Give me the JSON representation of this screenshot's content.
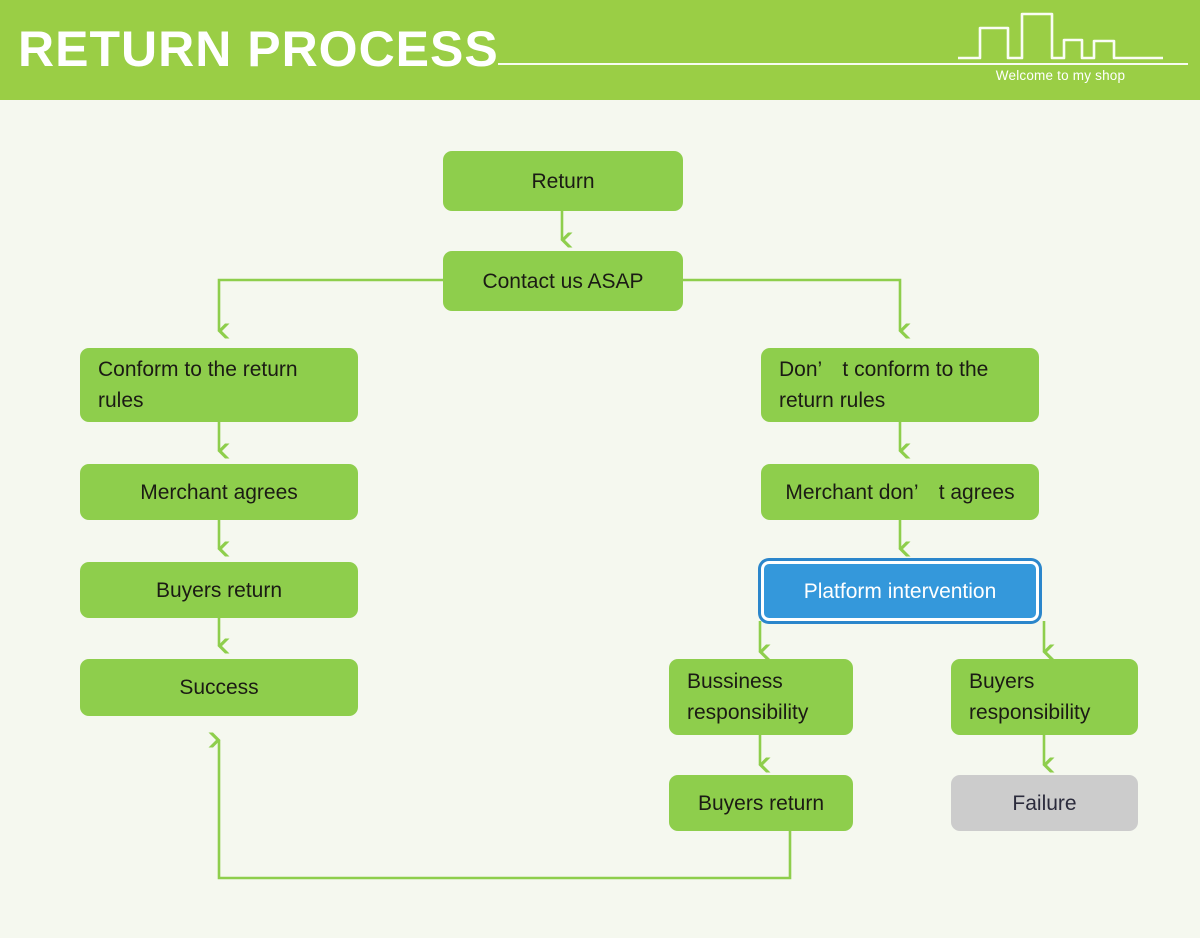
{
  "header": {
    "title": "RETURN PROCESS",
    "tagline": "Welcome to my shop",
    "skyline_icon": "city-skyline-icon",
    "background_color": "#9ACE45",
    "title_color": "#FFFFFF"
  },
  "colors": {
    "canvas_background": "#F5F8EF",
    "node_green": "#8ECE4C",
    "node_gray": "#CCCCCC",
    "selected_blue": "#3498DB",
    "selected_border": "#2B86CB",
    "connector_green": "#8ECE4C",
    "node_text": "#1B1B14"
  },
  "flowchart": {
    "nodes": [
      {
        "id": "return",
        "label": "Return",
        "style": "green",
        "align": "center"
      },
      {
        "id": "contact",
        "label": "Contact us ASAP",
        "style": "green",
        "align": "center"
      },
      {
        "id": "conform",
        "label": "Conform to the return rules",
        "style": "green",
        "align": "left"
      },
      {
        "id": "merchant-agrees",
        "label": "Merchant agrees",
        "style": "green",
        "align": "center"
      },
      {
        "id": "buyers-return-left",
        "label": "Buyers return",
        "style": "green",
        "align": "center"
      },
      {
        "id": "success",
        "label": "Success",
        "style": "green",
        "align": "center"
      },
      {
        "id": "not-conform",
        "label": "Don’　t conform to the return rules",
        "style": "green",
        "align": "left"
      },
      {
        "id": "merchant-disagrees",
        "label": "Merchant don’　t agrees",
        "style": "green",
        "align": "center"
      },
      {
        "id": "platform",
        "label": "Platform intervention",
        "style": "selected",
        "align": "center"
      },
      {
        "id": "business-resp",
        "label": "Bussiness responsibility",
        "style": "green",
        "align": "left"
      },
      {
        "id": "buyers-resp",
        "label": "Buyers responsibility",
        "style": "green",
        "align": "left"
      },
      {
        "id": "buyers-return-right",
        "label": "Buyers return",
        "style": "green",
        "align": "center"
      },
      {
        "id": "failure",
        "label": "Failure",
        "style": "gray",
        "align": "center"
      }
    ],
    "edges": [
      {
        "from": "return",
        "to": "contact",
        "type": "straight-down"
      },
      {
        "from": "contact",
        "to": "conform",
        "type": "elbow-left"
      },
      {
        "from": "contact",
        "to": "not-conform",
        "type": "elbow-right"
      },
      {
        "from": "conform",
        "to": "merchant-agrees",
        "type": "straight-down"
      },
      {
        "from": "merchant-agrees",
        "to": "buyers-return-left",
        "type": "straight-down"
      },
      {
        "from": "buyers-return-left",
        "to": "success",
        "type": "straight-down"
      },
      {
        "from": "not-conform",
        "to": "merchant-disagrees",
        "type": "straight-down"
      },
      {
        "from": "merchant-disagrees",
        "to": "platform",
        "type": "straight-down"
      },
      {
        "from": "platform",
        "to": "business-resp",
        "type": "straight-down"
      },
      {
        "from": "platform",
        "to": "buyers-resp",
        "type": "straight-down"
      },
      {
        "from": "business-resp",
        "to": "buyers-return-right",
        "type": "straight-down"
      },
      {
        "from": "buyers-resp",
        "to": "failure",
        "type": "straight-down"
      },
      {
        "from": "buyers-return-right",
        "to": "success",
        "type": "feedback-loop-up"
      }
    ]
  }
}
